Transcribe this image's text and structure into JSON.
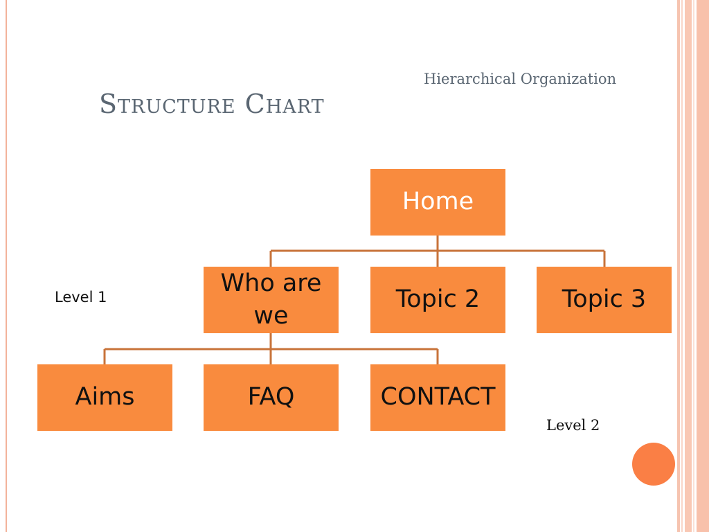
{
  "slide": {
    "subtitle": "Hierarchical Organization",
    "title": "Structure Chart"
  },
  "chart": {
    "root": {
      "label": "Home"
    },
    "level1": [
      {
        "label": "Who are we"
      },
      {
        "label": "Topic 2"
      },
      {
        "label": "Topic 3"
      }
    ],
    "level2": [
      {
        "label": "Aims"
      },
      {
        "label": "FAQ"
      },
      {
        "label": "CONTACT"
      }
    ]
  },
  "labels": {
    "level1": "Level 1",
    "level2": "Level 2"
  },
  "colors": {
    "node_fill": "#f98b3e",
    "connector": "#c8733a",
    "title_text": "#5a6672",
    "accent_circle": "#fa7f45"
  }
}
